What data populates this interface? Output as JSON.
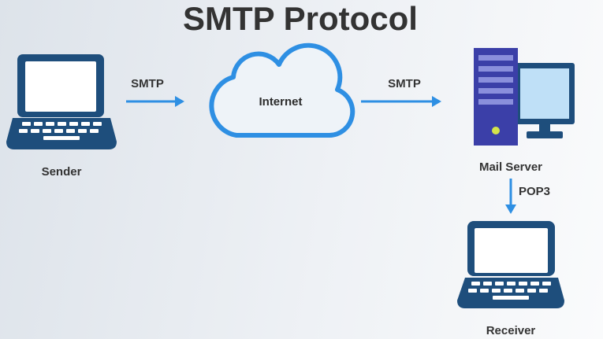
{
  "title": "SMTP Protocol",
  "nodes": {
    "sender": "Sender",
    "internet": "Internet",
    "mail_server": "Mail Server",
    "receiver": "Receiver"
  },
  "edges": {
    "sender_to_internet": "SMTP",
    "internet_to_server": "SMTP",
    "server_to_receiver": "POP3"
  },
  "colors": {
    "device_dark": "#1e4e7c",
    "arrow": "#2e8fe3",
    "server_body": "#3b3fa8",
    "monitor_screen": "#bfe0f7",
    "server_led": "#d4e34a"
  }
}
